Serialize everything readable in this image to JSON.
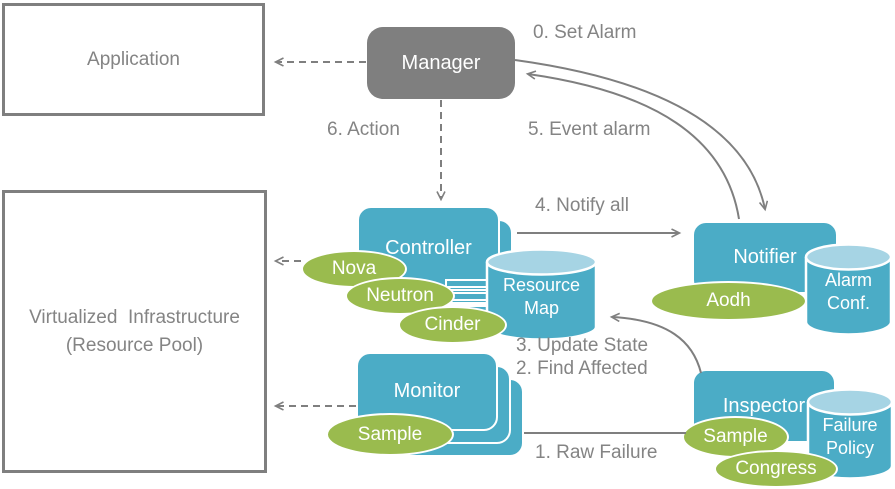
{
  "colors": {
    "blue": "#4BACC6",
    "blue_light": "#A6D4E4",
    "green": "#9ABB4E",
    "gray": "#7F7F7F",
    "label_text": "#848484"
  },
  "boxes": {
    "application": "Application",
    "vi_line1": "Virtualized  Infrastructure",
    "vi_line2": "(Resource Pool)",
    "manager": "Manager",
    "controller": "Controller",
    "monitor": "Monitor",
    "notifier": "Notifier",
    "inspector": "Inspector"
  },
  "stores": {
    "resource_map": {
      "line1": "Resource",
      "line2": "Map"
    },
    "alarm_conf": {
      "line1": "Alarm",
      "line2": "Conf."
    },
    "failure_policy": {
      "line1": "Failure",
      "line2": "Policy"
    }
  },
  "services": {
    "nova": "Nova",
    "neutron": "Neutron",
    "cinder": "Cinder",
    "aodh": "Aodh",
    "monitor_sample": "Sample",
    "inspector_sample": "Sample",
    "congress": "Congress"
  },
  "flow_labels": {
    "set_alarm": "0. Set Alarm",
    "action": "6. Action",
    "event_alarm": "5. Event alarm",
    "notify_all": "4. Notify all",
    "update_state": "3. Update State",
    "find_affected": "2. Find Affected",
    "raw_failure": "1. Raw Failure"
  }
}
